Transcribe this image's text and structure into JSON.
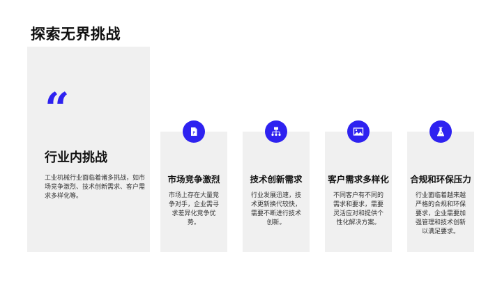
{
  "page": {
    "title": "探索无界挑战",
    "accent_color": "#2e22f0",
    "panel_color": "#f0f0f0"
  },
  "intro": {
    "quote_icon": "quote-mark-icon",
    "quote_glyph": "“",
    "heading": "行业内挑战",
    "text": "工业机械行业面临着诸多挑战，如市场竞争激烈、技术创新需求、客户需求多样化等。"
  },
  "cards": [
    {
      "icon": "document-icon",
      "title": "市场竞争激烈",
      "text": "市场上存在大量竞争对手，企业需寻求差异化竞争优势。"
    },
    {
      "icon": "hierarchy-icon",
      "title": "技术创新需求",
      "text": "行业发展迅速，技术更新换代较快，需要不断进行技术创新。"
    },
    {
      "icon": "image-icon",
      "title": "客户需求多样化",
      "text": "不同客户有不同的需求和要求，需要灵活应对和提供个性化解决方案。"
    },
    {
      "icon": "flask-icon",
      "title": "合规和环保压力",
      "text": "行业面临着越来越严格的合规和环保要求，企业需要加强管理和技术创新以满足要求。"
    }
  ]
}
